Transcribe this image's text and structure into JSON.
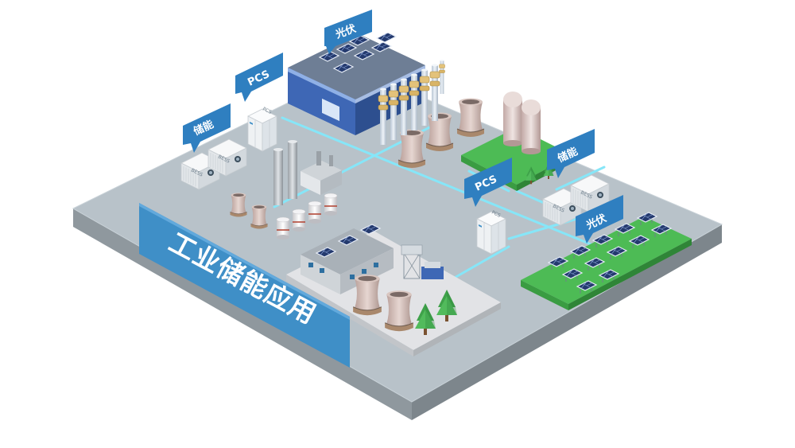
{
  "banner": {
    "title": "工业储能应用"
  },
  "tags": {
    "pv_top": "光伏",
    "pcs_left": "PCS",
    "storage_left": "储能",
    "pcs_right": "PCS",
    "storage_right": "储能",
    "pv_right": "光伏"
  },
  "devices": {
    "bess_label": "BESS",
    "pcs_label": "PCS"
  },
  "colors": {
    "ground_top": "#b7c1c8",
    "ground_side_left": "#8d969c",
    "ground_side_right": "#7b848a",
    "power_line": "#7fe4f7",
    "banner": "#3f8fc7",
    "tag": "#2f7fc0",
    "grass": "#4dbb55"
  }
}
